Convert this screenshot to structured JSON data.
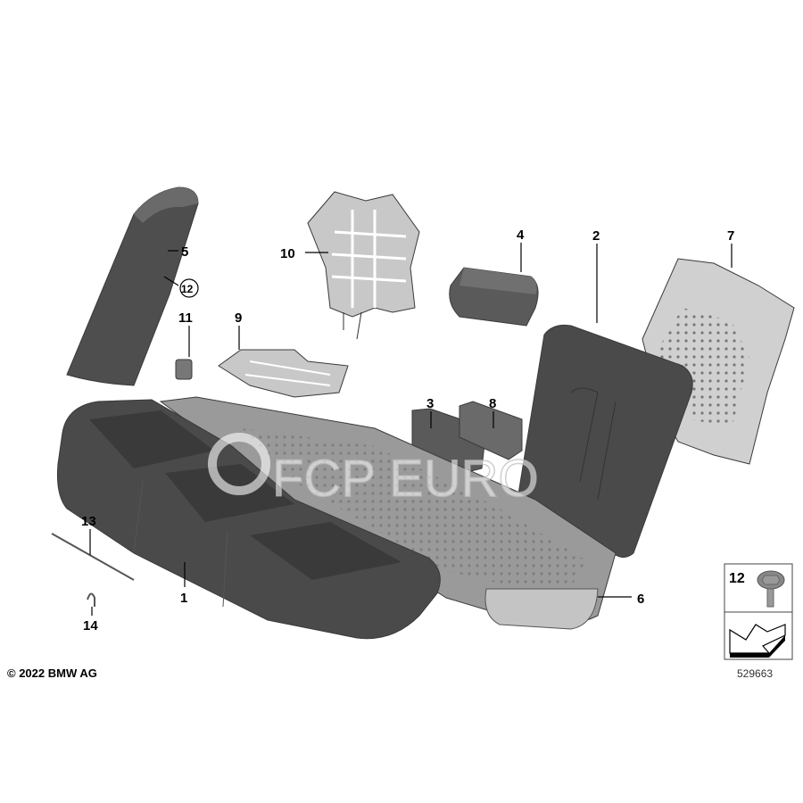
{
  "diagram": {
    "callouts": {
      "c1": "1",
      "c2": "2",
      "c3": "3",
      "c4": "4",
      "c5": "5",
      "c6": "6",
      "c7": "7",
      "c8": "8",
      "c9": "9",
      "c10": "10",
      "c11": "11",
      "c12_circled": "12",
      "c13": "13",
      "c14": "14"
    },
    "legend_box": {
      "part_number": "12"
    },
    "copyright": "© 2022 BMW AG",
    "diagram_id": "529663",
    "watermark": "FCP EURO"
  }
}
